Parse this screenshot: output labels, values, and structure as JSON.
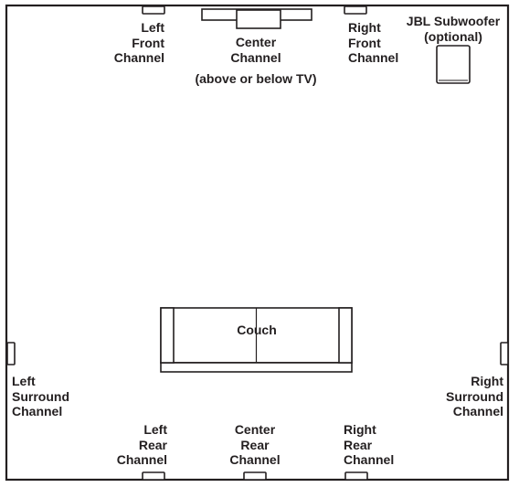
{
  "colors": {
    "ink": "#231f20",
    "background": "#ffffff"
  },
  "labels": {
    "left_front": [
      "Left",
      "Front",
      "Channel"
    ],
    "center": [
      "Center",
      "Channel"
    ],
    "center_note": "(above or below TV)",
    "right_front": [
      "Right",
      "Front",
      "Channel"
    ],
    "subwoofer": [
      "JBL Subwoofer",
      "(optional)"
    ],
    "couch": "Couch",
    "left_surround": [
      "Left",
      "Surround",
      "Channel"
    ],
    "right_surround": [
      "Right",
      "Surround",
      "Channel"
    ],
    "left_rear": [
      "Left",
      "Rear",
      "Channel"
    ],
    "center_rear": [
      "Center",
      "Rear",
      "Channel"
    ],
    "right_rear": [
      "Right",
      "Rear",
      "Channel"
    ]
  }
}
